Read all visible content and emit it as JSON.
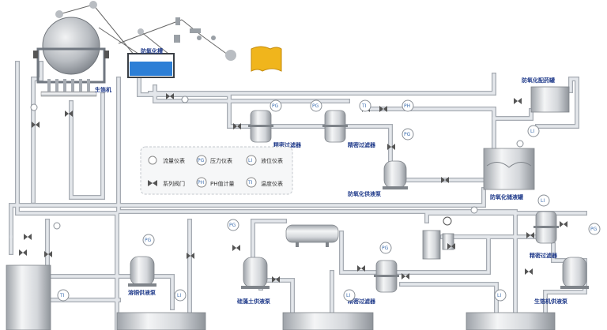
{
  "labels": {
    "foil_machine": "生箔机",
    "anti_ox_tank": "防氧化槽",
    "precision_filter": "精密过滤器",
    "anti_ox_dosing_tank": "防氧化配药罐",
    "anti_ox_supply_pump": "防氧化供液泵",
    "anti_ox_storage_tank": "防氧化储液罐",
    "diatomite_supply_pump": "硅藻土供液泵",
    "foil_machine_supply_pump": "生箔机供液泵",
    "dissolve_supply_pump": "溶铜供液泵"
  },
  "gauges": {
    "pg": "PG",
    "ti": "TI",
    "ph": "PH",
    "li": "LI"
  },
  "legend": {
    "flow_meter": "流量仪表",
    "pressure_meter": "压力仪表",
    "level_meter": "液位仪表",
    "valve": "系列阀门",
    "ph_meter": "PH值计量",
    "temp_meter": "温度仪表"
  },
  "colors": {
    "pipe": "#e4e7eb",
    "pipe_edge": "#a6abb2",
    "tank_blue": "#2d7fd6",
    "yellow": "#f0b51c",
    "label": "#1f3a8a"
  }
}
